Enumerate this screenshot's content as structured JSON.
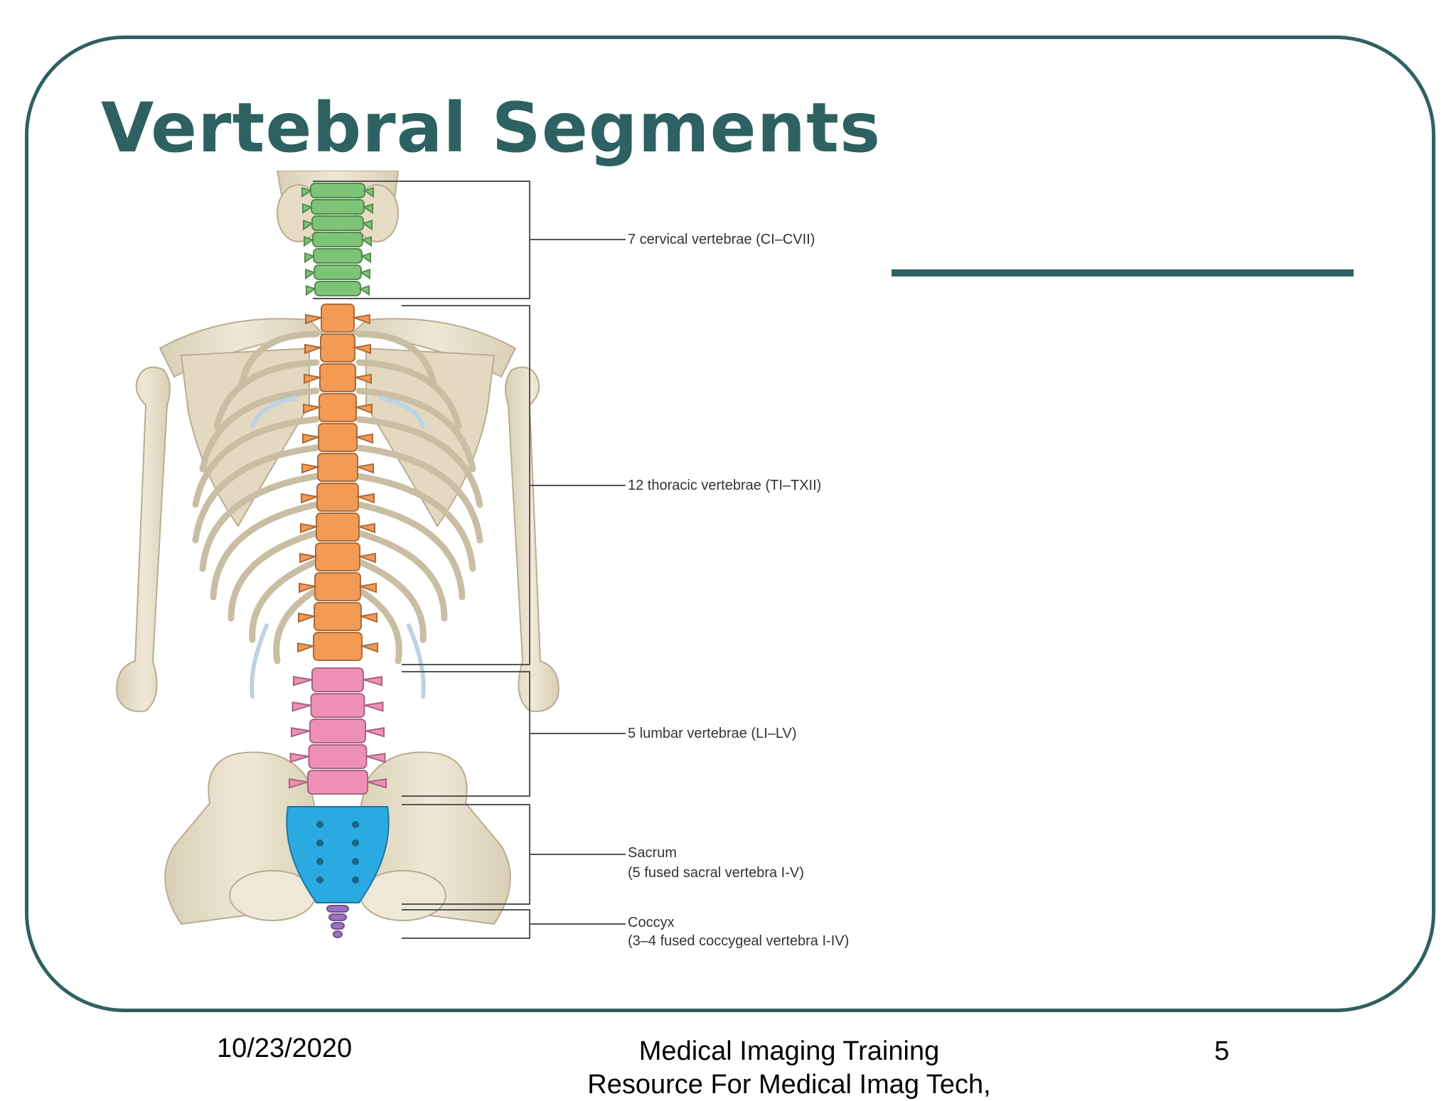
{
  "slide": {
    "title": "Vertebral Segments",
    "accent_color": "#2e6161"
  },
  "figure": {
    "labels": [
      {
        "text": "7 cervical vertebrae (CI–CVII)",
        "color": "#7cc576"
      },
      {
        "text": "12 thoracic vertebrae (TI–TXII)",
        "color": "#f39a55"
      },
      {
        "text": "5 lumbar vertebrae (LI–LV)",
        "color": "#ee90b6"
      },
      {
        "text": "Sacrum",
        "sub": "(5 fused sacral vertebra I-V)",
        "color": "#2ba9e1"
      },
      {
        "text": "Coccyx",
        "sub": "(3–4 fused coccygeal vertebra I-IV)",
        "color": "#9b72c1"
      }
    ],
    "bone_color": "#e8e0cc"
  },
  "footer": {
    "date": "10/23/2020",
    "source_line1": "Medical Imaging Training",
    "source_line2": "Resource For Medical Imag Tech,",
    "page_number": "5"
  }
}
